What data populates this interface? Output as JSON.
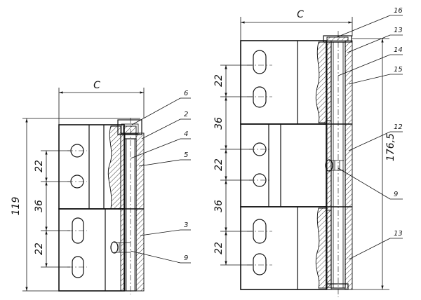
{
  "left_hinge": {
    "width_label": "C",
    "height_label": "119",
    "hole_spacing_top": "22",
    "block_spacing": "36",
    "hole_spacing_bottom": "22",
    "callouts": [
      "6",
      "2",
      "4",
      "5",
      "3",
      "9"
    ]
  },
  "right_hinge": {
    "width_label": "C",
    "height_label": "176,5",
    "hole_spacing_top": "22",
    "block_spacing_1": "36",
    "hole_spacing_mid": "22",
    "block_spacing_2": "36",
    "hole_spacing_bottom": "22",
    "callouts": [
      "16",
      "13",
      "14",
      "15",
      "12",
      "9",
      "13"
    ]
  }
}
